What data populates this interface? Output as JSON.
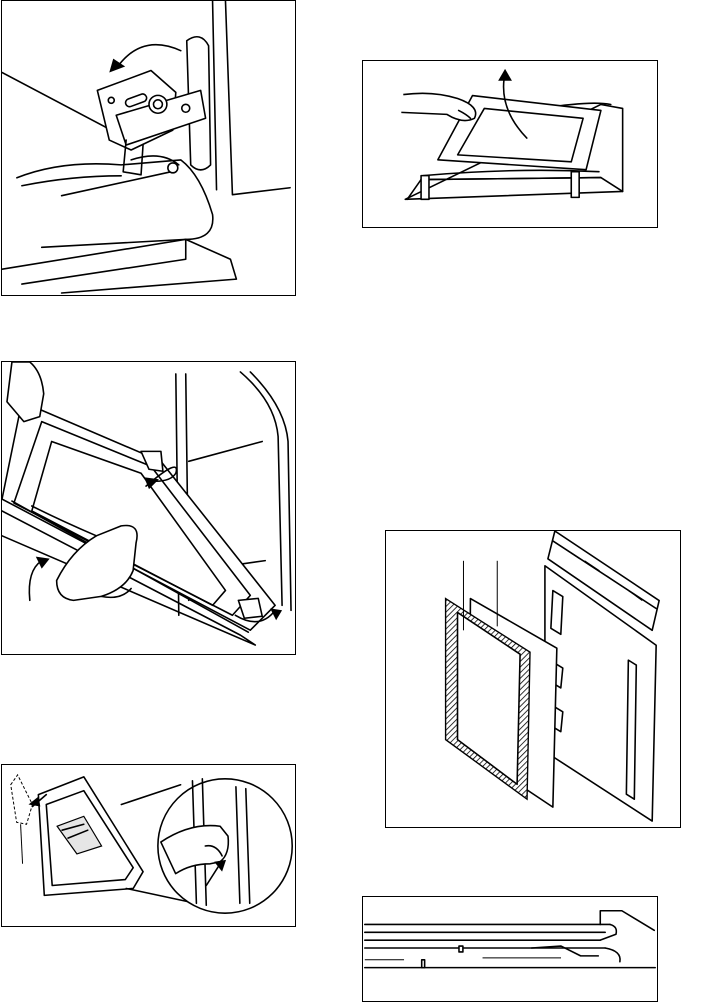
{
  "figures": [
    {
      "name": "hinge-lever-figure",
      "caption": ""
    },
    {
      "name": "remove-glass-panel-figure",
      "caption": ""
    },
    {
      "name": "lift-door-figure",
      "caption": ""
    },
    {
      "name": "door-glass-panels-figure",
      "caption": ""
    },
    {
      "name": "door-trim-removal-figure",
      "caption": ""
    },
    {
      "name": "glass-panel-section-figure",
      "caption": ""
    }
  ]
}
